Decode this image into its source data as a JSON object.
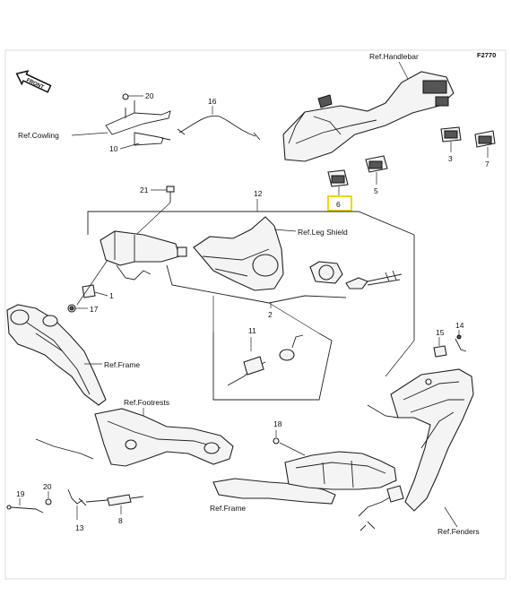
{
  "diagram": {
    "code": "F2770",
    "front_label": "FRONT",
    "refs": {
      "handlebar": "Ref.Handlebar",
      "cowling": "Ref.Cowling",
      "leg_shield": "Ref.Leg Shield",
      "frame_left": "Ref.Frame",
      "footrests": "Ref.Footrests",
      "frame_bottom": "Ref.Frame",
      "fenders": "Ref.Fenders"
    },
    "callouts": {
      "c1": "1",
      "c2": "2",
      "c3": "3",
      "c5": "5",
      "c6": "6",
      "c7": "7",
      "c8": "8",
      "c10": "10",
      "c11": "11",
      "c12": "12",
      "c13": "13",
      "c14": "14",
      "c15": "15",
      "c16": "16",
      "c17": "17",
      "c18": "18",
      "c19": "19",
      "c20a": "20",
      "c20b": "20",
      "c21": "21"
    },
    "highlight_color": "#f2d600"
  }
}
